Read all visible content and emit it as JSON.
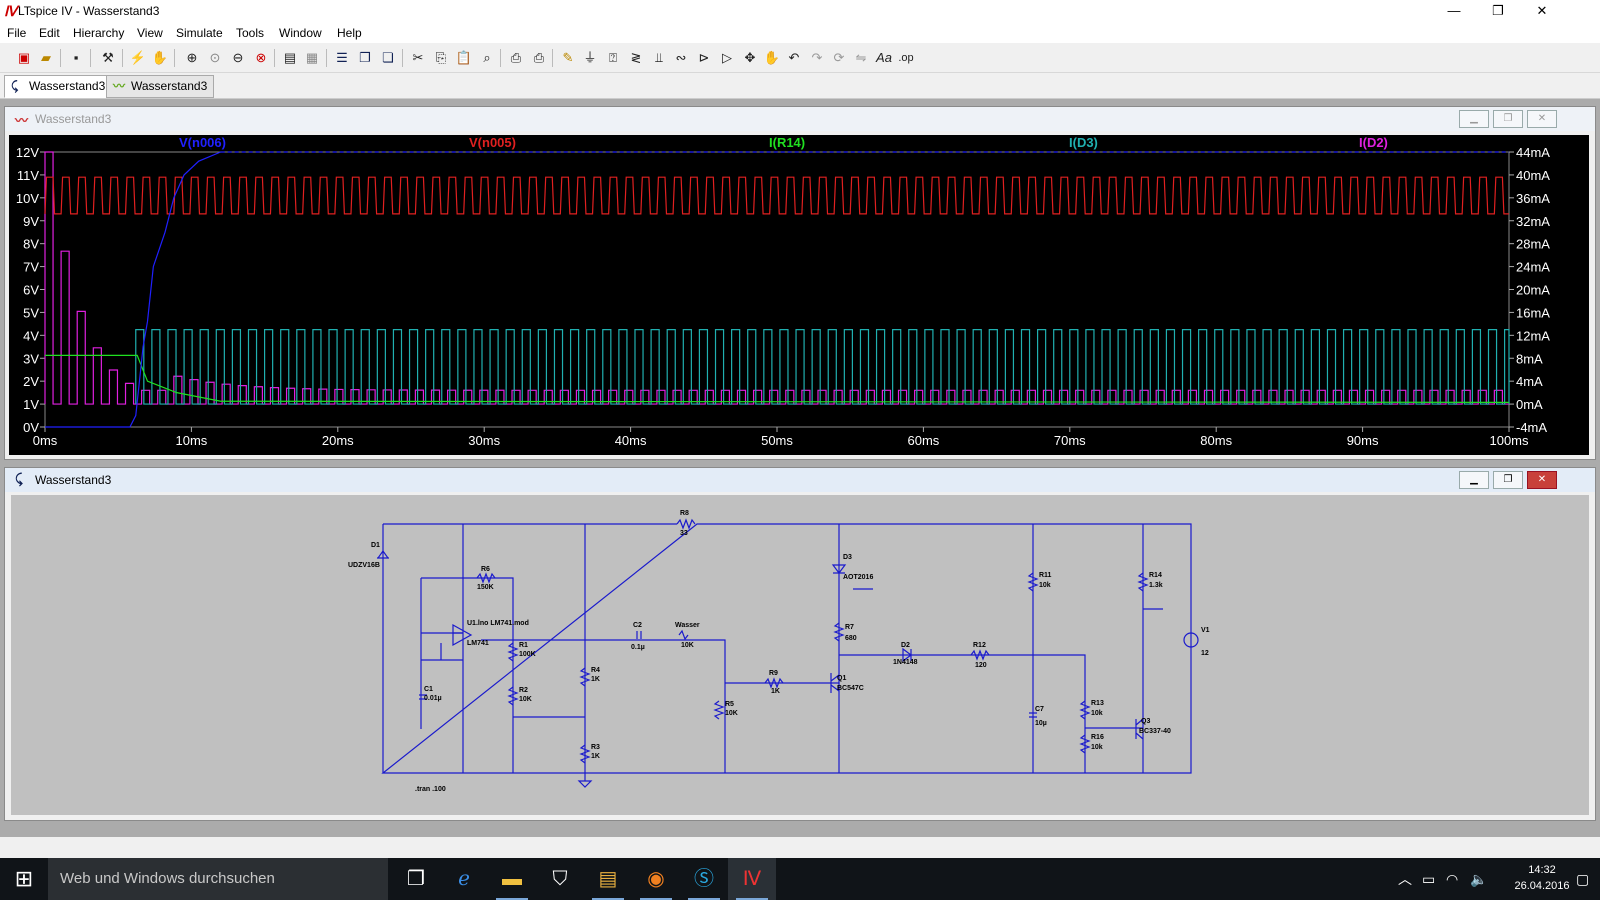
{
  "window": {
    "title": "LTspice IV - Wasserstand3",
    "min": "—",
    "restore": "❐",
    "close": "✕"
  },
  "menu": [
    "File",
    "Edit",
    "Hierarchy",
    "View",
    "Simulate",
    "Tools",
    "Window",
    "Help"
  ],
  "toolbar_icons": [
    "new-schematic",
    "open",
    "save",
    "control-panel",
    "run",
    "halt",
    "zoom-in",
    "pan",
    "zoom-out",
    "zoom-full",
    "autoscale",
    "tile-horizontal",
    "tile-vertical",
    "cascade",
    "close-all",
    "cut",
    "copy",
    "paste",
    "find",
    "print",
    "print-preview",
    "draw-wire",
    "ground",
    "label-net",
    "resistor",
    "capacitor",
    "inductor",
    "diode",
    "component",
    "move",
    "drag",
    "undo",
    "redo",
    "rotate",
    "mirror",
    "text",
    "spice-directive"
  ],
  "tabs": [
    {
      "label": "Wasserstand3",
      "type": "schematic",
      "active": true
    },
    {
      "label": "Wasserstand3",
      "type": "waveform",
      "active": false
    }
  ],
  "waveform_window": {
    "title": "Wasserstand3",
    "chart_data": {
      "type": "line",
      "xlabel": "",
      "ylabel": "",
      "xlim": [
        0,
        100
      ],
      "x_ticks": [
        "0ms",
        "10ms",
        "20ms",
        "30ms",
        "40ms",
        "50ms",
        "60ms",
        "70ms",
        "80ms",
        "90ms",
        "100ms"
      ],
      "y_left_ticks": [
        "0V",
        "1V",
        "2V",
        "3V",
        "4V",
        "5V",
        "6V",
        "7V",
        "8V",
        "9V",
        "10V",
        "11V",
        "12V"
      ],
      "y_left_range": [
        0,
        12
      ],
      "y_right_ticks": [
        "-4mA",
        "0mA",
        "4mA",
        "8mA",
        "12mA",
        "16mA",
        "20mA",
        "24mA",
        "28mA",
        "32mA",
        "36mA",
        "40mA",
        "44mA"
      ],
      "y_right_range": [
        -4,
        44
      ],
      "grid": false,
      "background": "#000000",
      "series": [
        {
          "name": "V(n006)",
          "color": "#2020ff",
          "axis": "left",
          "description_points": [
            [
              0,
              0
            ],
            [
              5.8,
              0
            ],
            [
              6.2,
              0.5
            ],
            [
              6.7,
              3.5
            ],
            [
              7,
              4.6
            ],
            [
              7.4,
              7
            ],
            [
              8.2,
              8.5
            ],
            [
              8.8,
              10
            ],
            [
              9.5,
              11
            ],
            [
              10.5,
              11.6
            ],
            [
              12,
              12
            ],
            [
              100,
              12
            ]
          ]
        },
        {
          "name": "V(n005)",
          "color": "#e02020",
          "axis": "left",
          "oscillation": {
            "low": 9.3,
            "high": 10.9,
            "period_ms": 1.1
          }
        },
        {
          "name": "I(R14)",
          "color": "#20e020",
          "axis": "right",
          "points": [
            [
              0,
              8.5
            ],
            [
              6.3,
              8.5
            ],
            [
              7,
              4
            ],
            [
              9,
              2
            ],
            [
              12,
              0.5
            ],
            [
              100,
              0.3
            ]
          ]
        },
        {
          "name": "I(D3)",
          "color": "#20b0b0",
          "axis": "right",
          "oscillation": {
            "low": 0,
            "high": 13,
            "period_ms": 1.1,
            "start_ms": 6.2
          }
        },
        {
          "name": "I(D2)",
          "color": "#e020e0",
          "axis": "right",
          "oscillation": {
            "low": 0,
            "high_envelope_start": 44,
            "high_envelope_end": 2.4,
            "period_ms": 1.1
          }
        }
      ]
    }
  },
  "schematic_window": {
    "title": "Wasserstand3",
    "components": [
      {
        "ref": "D1",
        "value": "UDZV16B"
      },
      {
        "ref": "R6",
        "value": "150K"
      },
      {
        "ref": "U1",
        "value": "U1.lno LM741.mod"
      },
      {
        "ref": "LM741",
        "value": ""
      },
      {
        "ref": "R1",
        "value": "100K"
      },
      {
        "ref": "R2",
        "value": "10K"
      },
      {
        "ref": "C1",
        "value": "0.01µ"
      },
      {
        "ref": "R4",
        "value": "1K"
      },
      {
        "ref": "R3",
        "value": "1K"
      },
      {
        "ref": "R8",
        "value": "33"
      },
      {
        "ref": "C2",
        "value": "0.1µ"
      },
      {
        "ref": "Wasser",
        "value": "10K"
      },
      {
        "ref": "R5",
        "value": "10K"
      },
      {
        "ref": "R9",
        "value": "1K"
      },
      {
        "ref": "Q1",
        "value": "BC547C"
      },
      {
        "ref": "D3",
        "value": "AOT2016"
      },
      {
        "ref": "R7",
        "value": "680"
      },
      {
        "ref": "D2",
        "value": "1N4148"
      },
      {
        "ref": "R12",
        "value": "120"
      },
      {
        "ref": "R11",
        "value": "10k"
      },
      {
        "ref": "C7",
        "value": "10µ"
      },
      {
        "ref": "R13",
        "value": "10k"
      },
      {
        "ref": "R16",
        "value": "10k"
      },
      {
        "ref": "Q3",
        "value": "BC337-40"
      },
      {
        "ref": "R14",
        "value": "1.3k"
      },
      {
        "ref": "V1",
        "value": "12"
      }
    ],
    "directive": ".tran .100"
  },
  "taskbar": {
    "search_placeholder": "Web und Windows durchsuchen",
    "time": "14:32",
    "date": "26.04.2016"
  }
}
